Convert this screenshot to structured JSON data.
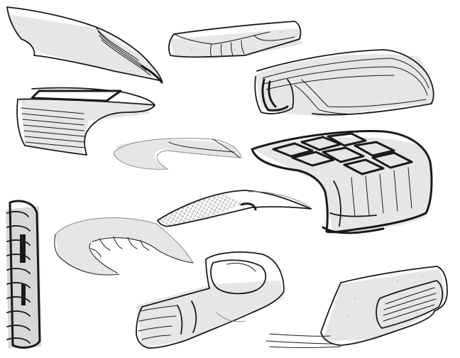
{
  "image": {
    "kind": "pen sketch sheet",
    "background": "#ffffff",
    "ink_color": "#1a1a1a",
    "shade_color": "#e6e6e6"
  },
  "sketches": [
    {
      "id": "top-left-layered-slab"
    },
    {
      "id": "top-center-soft-bar"
    },
    {
      "id": "top-right-ribbed-dome"
    },
    {
      "id": "left-book-block"
    },
    {
      "id": "center-c-shape"
    },
    {
      "id": "right-padded-cushion"
    },
    {
      "id": "far-left-ribbed-column"
    },
    {
      "id": "center-mesh-blade"
    },
    {
      "id": "left-u-tray"
    },
    {
      "id": "bottom-center-glove-form"
    },
    {
      "id": "bottom-right-box-form"
    }
  ]
}
